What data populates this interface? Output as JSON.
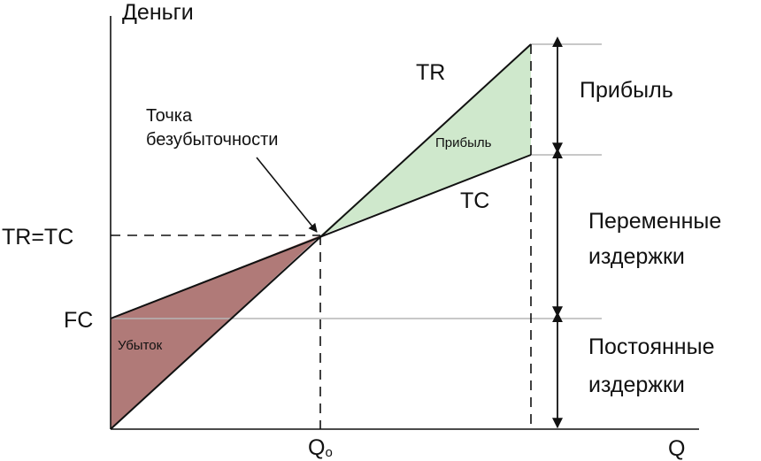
{
  "labels": {
    "y_axis": "Деньги",
    "x_axis": "Q",
    "q0_main": "Q",
    "q0_sub": "o",
    "tr_eq_tc": "TR=TC",
    "fc": "FC",
    "tr": "TR",
    "tc": "TC",
    "breakeven_line1": "Точка",
    "breakeven_line2": "безубыточности",
    "profit_area": "Прибыль",
    "loss_area": "Убыток",
    "right_profit": "Прибыль",
    "right_variable_line1": "Переменные",
    "right_variable_line2": "издержки",
    "right_fixed_line1": "Постоянные",
    "right_fixed_line2": "издержки"
  },
  "colors": {
    "profit_fill": "#cfe8cc",
    "loss_fill": "#b07a78",
    "lines": "#111111",
    "guides": "#b5b5b5"
  }
}
